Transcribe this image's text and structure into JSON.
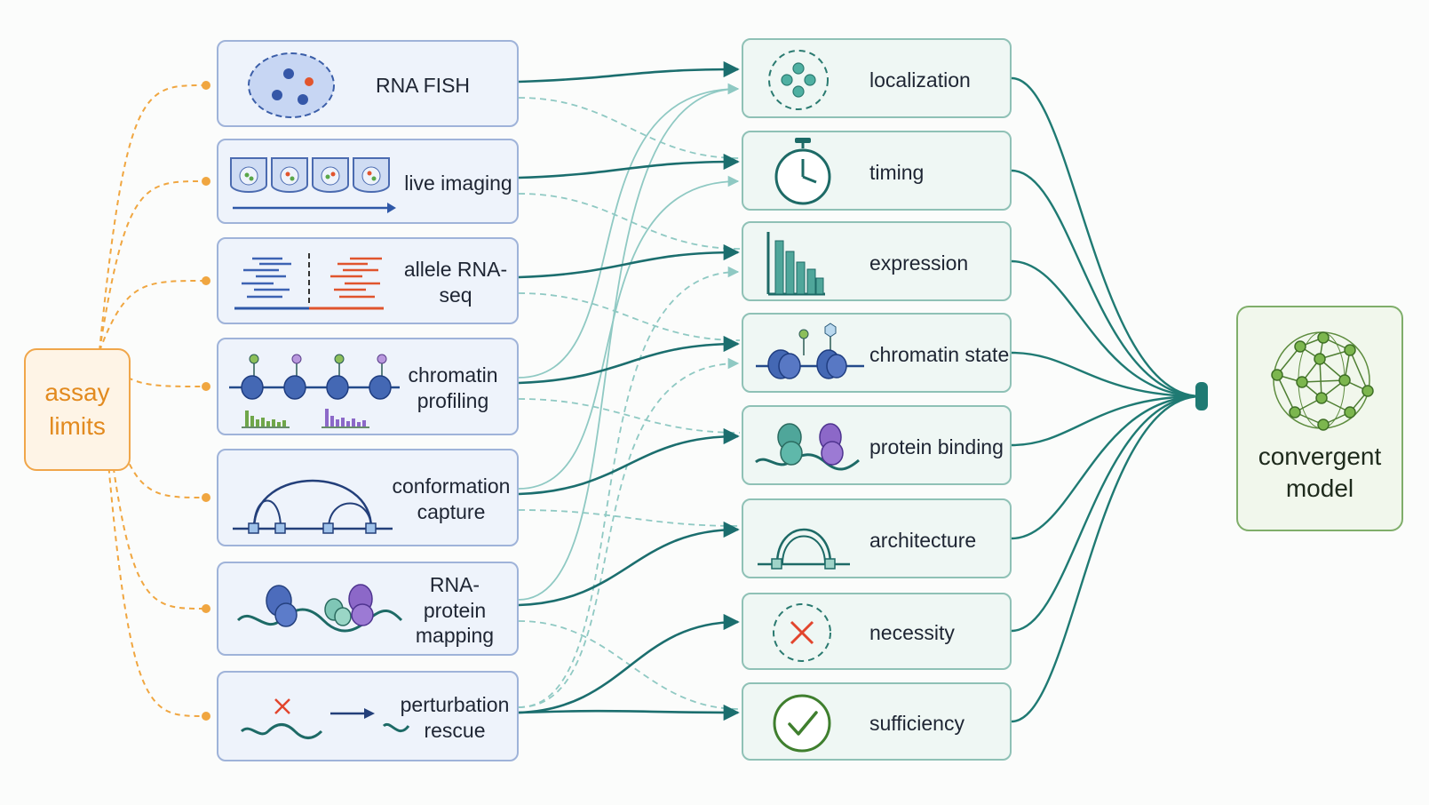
{
  "limits": {
    "label": "assay limits"
  },
  "assays": [
    {
      "id": "fish",
      "label": "RNA FISH",
      "icon": "nucleus-icon"
    },
    {
      "id": "live",
      "label": "live imaging",
      "icon": "cell-timelapse-icon"
    },
    {
      "id": "allele",
      "label": "allele RNA-seq",
      "icon": "read-alignment-icon"
    },
    {
      "id": "chromatin",
      "label": "chromatin profiling",
      "icon": "nucleosome-track-icon"
    },
    {
      "id": "conformation",
      "label": "conformation capture",
      "icon": "chromatin-loop-icon"
    },
    {
      "id": "rnaprotein",
      "label": "RNA-protein mapping",
      "icon": "rna-protein-icon"
    },
    {
      "id": "perturbation",
      "label": "perturbation rescue",
      "icon": "knockout-rescue-icon"
    }
  ],
  "outcomes": [
    {
      "id": "localization",
      "label": "localization",
      "icon": "foci-cluster-icon"
    },
    {
      "id": "timing",
      "label": "timing",
      "icon": "stopwatch-icon"
    },
    {
      "id": "expression",
      "label": "expression",
      "icon": "bar-histogram-icon"
    },
    {
      "id": "chromatin_state",
      "label": "chromatin state",
      "icon": "nucleosome-mark-icon"
    },
    {
      "id": "protein_binding",
      "label": "protein binding",
      "icon": "bound-protein-icon"
    },
    {
      "id": "architecture",
      "label": "architecture",
      "icon": "loop-arch-icon"
    },
    {
      "id": "necessity",
      "label": "necessity",
      "icon": "cross-circle-icon"
    },
    {
      "id": "sufficiency",
      "label": "sufficiency",
      "icon": "check-circle-icon"
    }
  ],
  "model": {
    "label": "convergent model",
    "icon": "network-sphere-icon"
  },
  "links": {
    "primary": [
      [
        0,
        0
      ],
      [
        1,
        1
      ],
      [
        2,
        2
      ],
      [
        3,
        3
      ],
      [
        4,
        4
      ],
      [
        5,
        5
      ],
      [
        6,
        6
      ],
      [
        6,
        7
      ]
    ],
    "secondary": [
      [
        0,
        1
      ],
      [
        1,
        2
      ],
      [
        2,
        3
      ],
      [
        3,
        4
      ],
      [
        4,
        5
      ],
      [
        5,
        7
      ]
    ],
    "cross": [
      [
        3,
        0
      ],
      [
        4,
        1
      ],
      [
        5,
        0
      ],
      [
        6,
        2
      ],
      [
        6,
        3
      ]
    ]
  },
  "colors": {
    "primary_link": "#1b6e6e",
    "secondary_link": "#8fc9c3",
    "limits_link": "#f0a640",
    "model_link": "#1f7a73"
  }
}
